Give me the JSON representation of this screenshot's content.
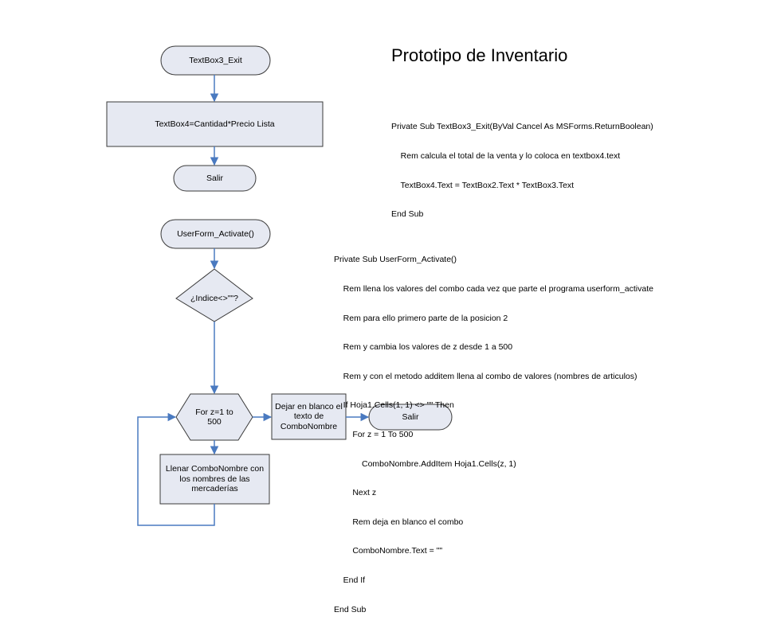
{
  "title": "Prototipo de Inventario",
  "colors": {
    "fill": "#e6e9f2",
    "stroke": "#3a3a3a",
    "connector": "#4a7ac0"
  },
  "flow1": {
    "start": "TextBox3_Exit",
    "process": "TextBox4=Cantidad*Precio Lista",
    "end": "Salir"
  },
  "flow2": {
    "start": "UserForm_Activate()",
    "decision": "¿Indice<>\"\"?",
    "loop": "For z=1 to 500",
    "clear": "Dejar en blanco el texto de ComboNombre",
    "end": "Salir",
    "fill": "Llenar ComboNombre con los nombres de las mercaderías"
  },
  "code1": [
    "Private Sub TextBox3_Exit(ByVal Cancel As MSForms.ReturnBoolean)",
    "    Rem calcula el total de la venta y lo coloca en textbox4.text",
    "    TextBox4.Text = TextBox2.Text * TextBox3.Text",
    "End Sub"
  ],
  "code2": [
    "Private Sub UserForm_Activate()",
    "    Rem llena los valores del combo cada vez que parte el programa userform_activate",
    "    Rem para ello primero parte de la posicion 2",
    "    Rem y cambia los valores de z desde 1 a 500",
    "    Rem y con el metodo additem llena al combo de valores (nombres de articulos)",
    "    If Hoja1.Cells(1, 1) <> \"\" Then",
    "        For z = 1 To 500",
    "            ComboNombre.AddItem Hoja1.Cells(z, 1)",
    "        Next z",
    "        Rem deja en blanco el combo",
    "        ComboNombre.Text = \"\"",
    "    End If",
    "End Sub"
  ]
}
